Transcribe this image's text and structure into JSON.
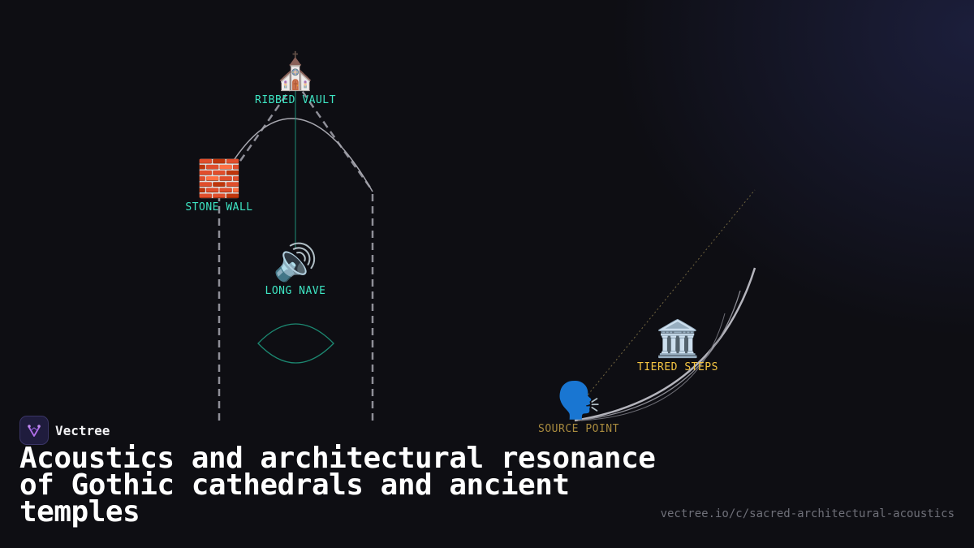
{
  "brand": {
    "name": "Vectree"
  },
  "title": "Acoustics and architectural resonance of Gothic cathedrals and ancient temples",
  "url": "vectree.io/c/sacred-architectural-acoustics",
  "nodes": {
    "ribbed_vault": {
      "label": "RIBBED VAULT",
      "emoji": "⛪",
      "icon": "church-icon"
    },
    "stone_wall": {
      "label": "STONE WALL",
      "emoji": "🧱",
      "icon": "brick-wall-icon"
    },
    "long_nave": {
      "label": "LONG NAVE",
      "emoji": "🔊",
      "icon": "speaker-icon"
    },
    "tiered_steps": {
      "label": "TIERED STEPS",
      "emoji": "🏛️",
      "icon": "classical-building-icon"
    },
    "source_point": {
      "label": "SOURCE POINT",
      "emoji": "🗣️",
      "icon": "speaking-head-icon"
    }
  },
  "colors": {
    "background": "#0e0e13",
    "teal_label": "#3ee6c4",
    "gold_label": "#f5c542",
    "dim_gold_label": "#a88a3e",
    "line_gray": "#9a9aa2",
    "accent_teal": "#1f9e82",
    "url_gray": "#6f7079"
  }
}
